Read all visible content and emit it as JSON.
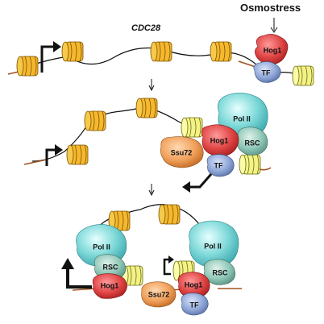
{
  "header": {
    "stimulus": "Osmostress",
    "gene": "CDC28"
  },
  "labels": {
    "hog1": "Hog1",
    "tf": "TF",
    "pol2": "Pol II",
    "rsc": "RSC",
    "ssu72": "Ssu72"
  },
  "colors": {
    "nucleosome": "#f5b82e",
    "nucleosome_pale": "#f0ef7a",
    "dna": "#a0521d",
    "hog1": "#e04545",
    "tf": "#8fa7d8",
    "pol2": "#7fd9d9",
    "rsc": "#8fc7b8",
    "ssu72": "#f0a05a"
  }
}
